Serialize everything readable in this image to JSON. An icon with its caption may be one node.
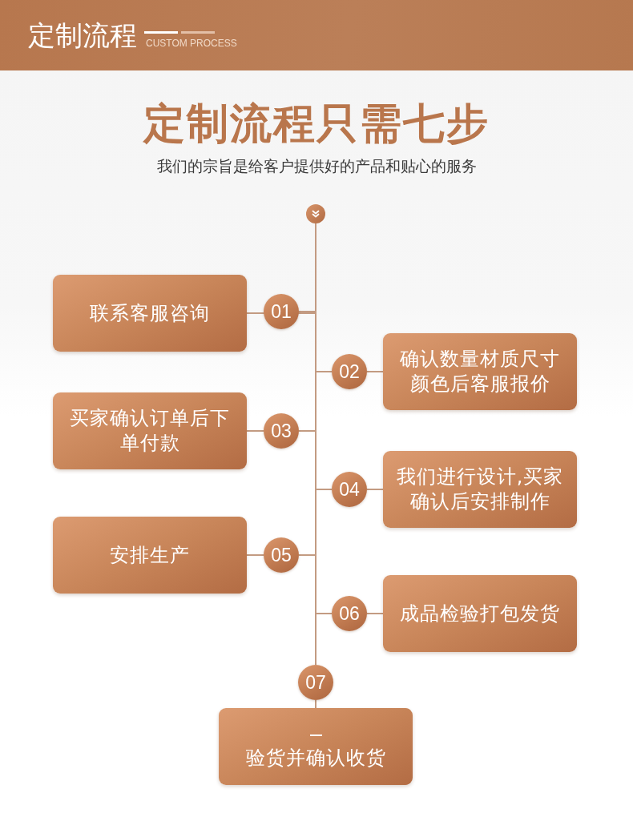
{
  "diagram": {
    "title": "定制流程只需七步",
    "nodes": [
      {
        "text": [],
        "shape": "circle"
      },
      {
        "text": [
          "联系客服咨询"
        ]
      },
      {
        "text": [
          "01"
        ]
      },
      {
        "text": [
          "02"
        ]
      },
      {
        "text": [
          "确认数量材质尺寸颜色后客服报价"
        ]
      },
      {
        "text": [
          "买家确认订单后下单付款"
        ]
      },
      {
        "text": [
          "03"
        ]
      },
      {
        "text": [
          "04"
        ]
      },
      {
        "text": [
          "我们进行设计,买家确认后安排制作"
        ]
      },
      {
        "text": [
          "安排生产"
        ]
      },
      {
        "text": [
          "05"
        ]
      },
      {
        "text": [
          "06"
        ]
      },
      {
        "text": [
          "成品检验打包发货"
        ]
      },
      {
        "text": [
          "07"
        ]
      },
      {
        "text": [
          "验货并确认收货"
        ]
      }
    ],
    "edges": [
      {
        "from": 0,
        "to": 2,
        "arrow": "none"
      },
      {
        "from": 1,
        "to": 2,
        "arrow": "none"
      },
      {
        "from": 2,
        "to": 3,
        "arrow": "none"
      },
      {
        "from": 3,
        "to": 4,
        "arrow": "none"
      },
      {
        "from": 3,
        "to": 6,
        "arrow": "none"
      },
      {
        "from": 5,
        "to": 6,
        "arrow": "none"
      },
      {
        "from": 6,
        "to": 7,
        "arrow": "none"
      },
      {
        "from": 7,
        "to": 8,
        "arrow": "none"
      },
      {
        "from": 7,
        "to": 10,
        "arrow": "none"
      },
      {
        "from": 9,
        "to": 10,
        "arrow": "none"
      },
      {
        "from": 10,
        "to": 11,
        "arrow": "none"
      },
      {
        "from": 11,
        "to": 12,
        "arrow": "none"
      },
      {
        "from": 11,
        "to": 13,
        "arrow": "none"
      },
      {
        "from": 13,
        "to": 14,
        "arrow": "none"
      }
    ],
    "labels": [
      "定制流程",
      "CUSTOM PROCESS",
      "我们的宗旨是给客户提供好的产品和贴心的服务"
    ]
  }
}
